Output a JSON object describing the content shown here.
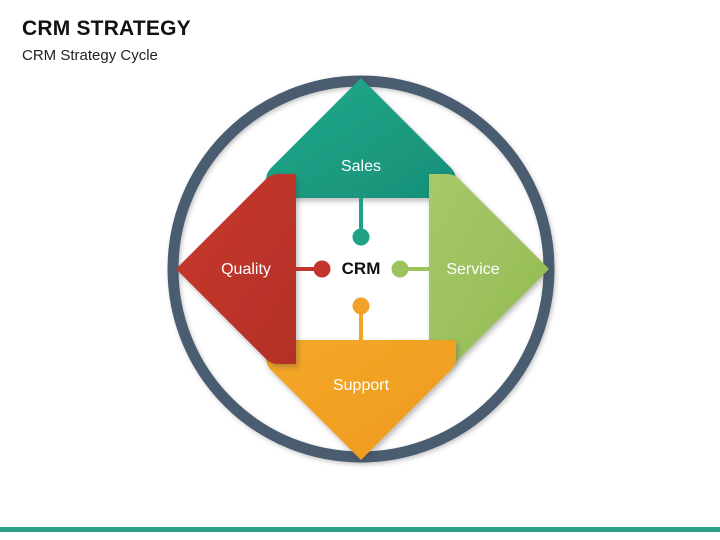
{
  "header": {
    "title": "CRM STRATEGY",
    "subtitle": "CRM Strategy Cycle"
  },
  "diagram": {
    "type": "cycle-diagram",
    "center_label": "CRM",
    "ring_color": "#4a5c70",
    "background": "#ffffff",
    "segments": [
      {
        "id": "sales",
        "label": "Sales",
        "color": "#1ea184",
        "position": "top"
      },
      {
        "id": "service",
        "label": "Service",
        "color": "#9dc35c",
        "position": "right"
      },
      {
        "id": "support",
        "label": "Support",
        "color": "#f2a229",
        "position": "bottom"
      },
      {
        "id": "quality",
        "label": "Quality",
        "color": "#c1352c",
        "position": "left"
      }
    ]
  },
  "footer": {
    "accent_color": "#2ba189"
  }
}
